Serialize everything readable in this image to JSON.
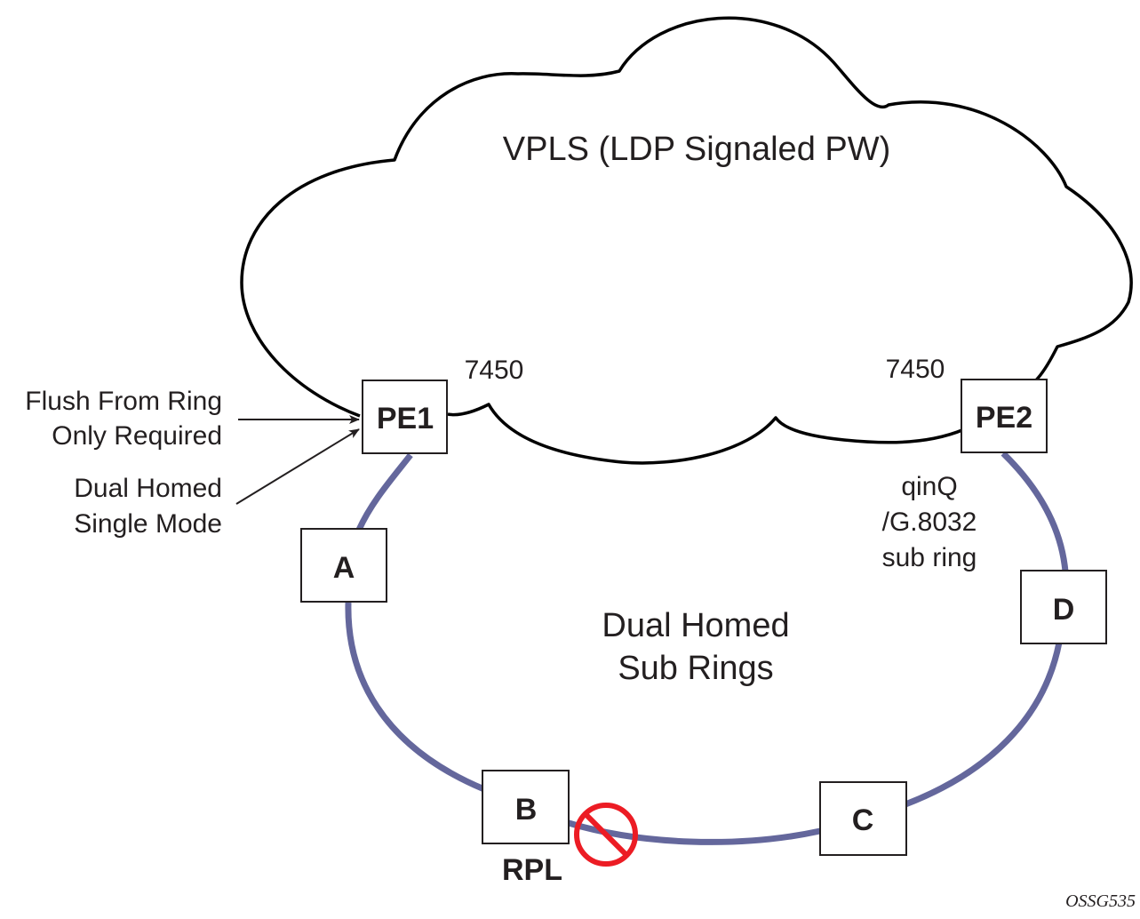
{
  "diagram": {
    "cloud_label": "VPLS (LDP Signaled PW)",
    "center_label": [
      "Dual Homed",
      "Sub Rings"
    ],
    "colors": {
      "ring": "#64679c",
      "block": "#ec1c24",
      "line": "#000000",
      "text": "#231f20"
    },
    "nodes": [
      {
        "id": "PE1",
        "label": "PE1",
        "device": "7450"
      },
      {
        "id": "PE2",
        "label": "PE2",
        "device": "7450"
      },
      {
        "id": "A",
        "label": "A"
      },
      {
        "id": "B",
        "label": "B",
        "sublabel": "RPL"
      },
      {
        "id": "C",
        "label": "C"
      },
      {
        "id": "D",
        "label": "D"
      }
    ],
    "annotations": {
      "flush": [
        "Flush From Ring",
        "Only Required"
      ],
      "dual_homed": [
        "Dual Homed",
        "Single Mode"
      ],
      "subring": [
        "qinQ",
        "/G.8032",
        "sub ring"
      ]
    },
    "blocked_link": "B-C (RPL)",
    "figure_id": "OSSG535"
  }
}
